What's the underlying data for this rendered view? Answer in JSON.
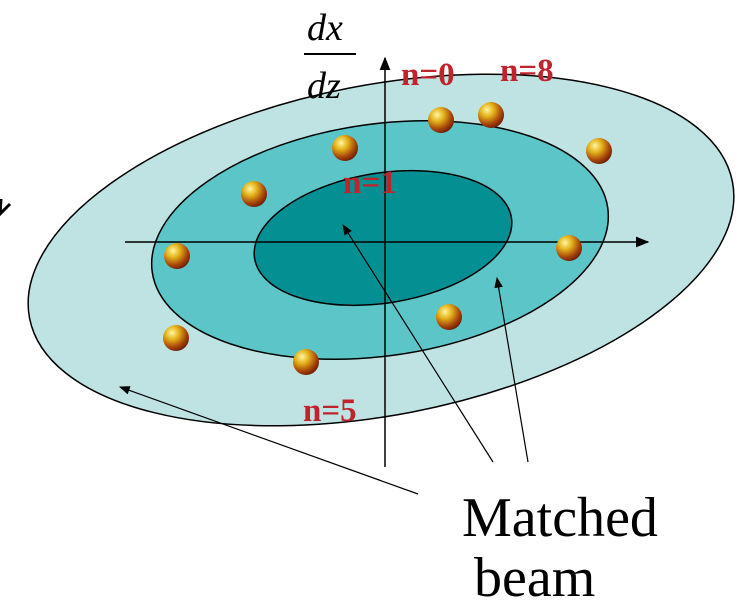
{
  "diagram": {
    "y_axis_numerator": "dx",
    "y_axis_denominator": "dz",
    "caption_line1": "Matched",
    "caption_line2": "beam",
    "turn_labels": {
      "n0": "n=0",
      "n8": "n=8",
      "n1": "n=1",
      "n5": "n=5"
    }
  },
  "colors": {
    "outer_ellipse": "#bfe3e3",
    "middle_ellipse": "#5cc5c7",
    "inner_ellipse": "#049093",
    "particle": "#c79a0a",
    "label_red": "#c0232b",
    "axis": "#000000"
  },
  "icons": [
    "arrow-icon",
    "particle-icon"
  ]
}
